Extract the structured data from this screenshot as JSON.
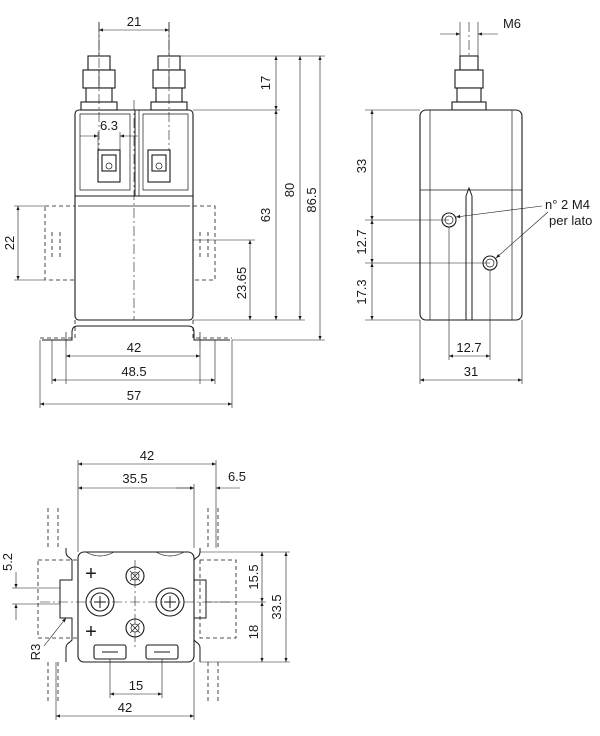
{
  "front_view": {
    "dims": {
      "terminal_spacing": "21",
      "tab_width": "6.3",
      "flange_height": "22",
      "height_17": "17",
      "height_63": "63",
      "height_80": "80",
      "height_86_5": "86.5",
      "height_23_65": "23.65",
      "width_42": "42",
      "width_48_5": "48.5",
      "width_57": "57"
    }
  },
  "side_view": {
    "dims": {
      "thread": "M6",
      "height_33": "33",
      "height_12_7_v": "12.7",
      "height_17_3": "17.3",
      "width_12_7": "12.7",
      "width_31": "31"
    },
    "note_line1": "n° 2 M4",
    "note_line2": "per lato"
  },
  "bottom_view": {
    "dims": {
      "width_42_top": "42",
      "width_35_5": "35.5",
      "offset_6_5": "6.5",
      "offset_5_2": "5.2",
      "radius": "R3",
      "height_15_5": "15.5",
      "height_18": "18",
      "height_33_5": "33.5",
      "tab_spacing_15": "15",
      "width_42_bottom": "42"
    },
    "plus_top": "+",
    "plus_bottom": "+"
  }
}
